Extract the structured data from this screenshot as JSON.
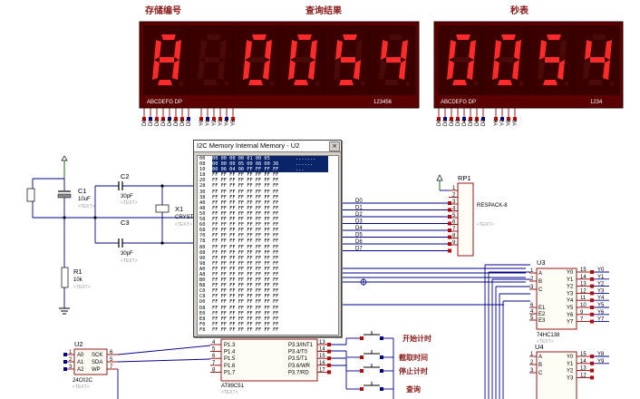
{
  "displays": {
    "storage_title": "存储编号",
    "query_title": "查询结果",
    "stopwatch_title": "秒表",
    "main_digits": [
      "8",
      "",
      "0",
      "0",
      "5",
      "4"
    ],
    "main_segment_label": "ABCDEFG DP",
    "main_digit_label": "123456",
    "second_digits": [
      "0",
      "0",
      "5",
      "4"
    ],
    "second_segment_label": "ABCDEFG DP",
    "second_digit_label": "1234",
    "segment_color": "#ff2a2a",
    "panel_color": "#3a0000"
  },
  "memory_window": {
    "title": "I2C Memory Internal Memory - U2",
    "close_label": "×",
    "rows": [
      {
        "addr": "00",
        "hex": "00 00 00 00 01 00 05",
        "ascii": "......."
      },
      {
        "addr": "08",
        "hex": "00 00 00 05 00 08 00 36",
        "ascii": "......"
      },
      {
        "addr": "10",
        "hex": "00 06 04 00 FF FF FF FF",
        "ascii": "..."
      },
      {
        "addr": "18",
        "hex": "FF FF FF FF FF FF FF FF",
        "ascii": ""
      },
      {
        "addr": "20",
        "hex": "FF FF FF FF FF FF FF FF",
        "ascii": ""
      },
      {
        "addr": "28",
        "hex": "FF FF FF FF FF FF FF FF",
        "ascii": ""
      },
      {
        "addr": "30",
        "hex": "FF FF FF FF FF FF FF FF",
        "ascii": ""
      },
      {
        "addr": "38",
        "hex": "FF FF FF FF FF FF FF FF",
        "ascii": ""
      },
      {
        "addr": "40",
        "hex": "FF FF FF FF FF FF FF FF",
        "ascii": ""
      },
      {
        "addr": "48",
        "hex": "FF FF FF FF FF FF FF FF",
        "ascii": ""
      },
      {
        "addr": "50",
        "hex": "FF FF FF FF FF FF FF FF",
        "ascii": ""
      },
      {
        "addr": "58",
        "hex": "FF FF FF FF FF FF FF FF",
        "ascii": ""
      },
      {
        "addr": "60",
        "hex": "FF FF FF FF FF FF FF FF",
        "ascii": ""
      },
      {
        "addr": "68",
        "hex": "FF FF FF FF FF FF FF FF",
        "ascii": ""
      },
      {
        "addr": "70",
        "hex": "FF FF FF FF FF FF FF FF",
        "ascii": ""
      },
      {
        "addr": "78",
        "hex": "FF FF FF FF FF FF FF FF",
        "ascii": ""
      },
      {
        "addr": "80",
        "hex": "FF FF FF FF FF FF FF FF",
        "ascii": ""
      },
      {
        "addr": "88",
        "hex": "FF FF FF FF FF FF FF FF",
        "ascii": ""
      },
      {
        "addr": "90",
        "hex": "FF FF FF FF FF FF FF FF",
        "ascii": ""
      },
      {
        "addr": "98",
        "hex": "FF FF FF FF FF FF FF FF",
        "ascii": ""
      },
      {
        "addr": "A0",
        "hex": "FF FF FF FF FF FF FF FF",
        "ascii": ""
      },
      {
        "addr": "A8",
        "hex": "FF FF FF FF FF FF FF FF",
        "ascii": ""
      },
      {
        "addr": "B0",
        "hex": "FF FF FF FF FF FF FF FF",
        "ascii": ""
      },
      {
        "addr": "B8",
        "hex": "FF FF FF FF FF FF FF FF",
        "ascii": ""
      },
      {
        "addr": "C0",
        "hex": "FF FF FF FF FF FF FF FF",
        "ascii": ""
      },
      {
        "addr": "C8",
        "hex": "FF FF FF FF FF FF FF FF",
        "ascii": ""
      },
      {
        "addr": "D0",
        "hex": "FF FF FF FF FF FF FF FF",
        "ascii": ""
      },
      {
        "addr": "D8",
        "hex": "FF FF FF FF FF FF FF FF",
        "ascii": ""
      },
      {
        "addr": "E0",
        "hex": "FF FF FF FF FF FF FF FF",
        "ascii": ""
      },
      {
        "addr": "E8",
        "hex": "FF FF FF FF FF FF FF FF",
        "ascii": ""
      },
      {
        "addr": "F0",
        "hex": "FF FF FF FF FF FF FF FF",
        "ascii": ""
      },
      {
        "addr": "F8",
        "hex": "FF FF FF FF FF FF FF FF",
        "ascii": ""
      }
    ]
  },
  "components": {
    "c1": {
      "ref": "C1",
      "value": "10uF",
      "text": "<TEXT>"
    },
    "c2": {
      "ref": "C2",
      "value": "30pF",
      "text": "<TEXT>"
    },
    "c3": {
      "ref": "C3",
      "value": "30pF",
      "text": "<TEXT>"
    },
    "x1": {
      "ref": "X1",
      "value": "CRYSTAL",
      "text": "<TEXT>"
    },
    "r1": {
      "ref": "R1",
      "value": "10k",
      "text": "<TEXT>"
    },
    "rp1": {
      "ref": "RP1",
      "value": "RESPACK-8",
      "text": "<TEXT>",
      "pins": [
        "1",
        "2",
        "3",
        "4",
        "5",
        "6",
        "7",
        "8",
        "9"
      ]
    },
    "data_nets": [
      "D0",
      "D1",
      "D2",
      "D3",
      "D4",
      "D5",
      "D6",
      "D7"
    ],
    "u2": {
      "ref": "U2",
      "part": "24C02C",
      "text": "<TEXT>",
      "left_pins": [
        "A0",
        "A1",
        "A2"
      ],
      "right_pins": [
        "SCK",
        "SDA",
        "WP"
      ],
      "left_nums": [
        "1",
        "2",
        "3"
      ],
      "right_nums": [
        "6",
        "5",
        "7"
      ]
    },
    "mcu": {
      "part": "AT89C51",
      "text": "<TEXT>",
      "left_pins": [
        "P1.3",
        "P1.4",
        "P1.5",
        "P1.6",
        "P1.7"
      ],
      "left_nums": [
        "4",
        "5",
        "6",
        "7",
        "8"
      ],
      "right_pins": [
        "P3.3/INT1",
        "P3.4/T0",
        "P3.5/T1",
        "P3.6/WR",
        "P3.7/RD"
      ],
      "right_nums": [
        "13",
        "14",
        "15",
        "16",
        "17"
      ]
    },
    "u3": {
      "ref": "U3",
      "part": "74HC138",
      "text": "<TEXT>",
      "in_pins": [
        "A",
        "B",
        "C",
        "E1",
        "E2",
        "E3"
      ],
      "in_nums": [
        "1",
        "2",
        "3",
        "6",
        "4",
        "5"
      ],
      "out_pins": [
        "Y0",
        "Y1",
        "Y2",
        "Y3",
        "Y4",
        "Y5",
        "Y6",
        "Y7"
      ],
      "out_nums": [
        "15",
        "14",
        "13",
        "12",
        "11",
        "10",
        "9",
        "7"
      ],
      "out_nets": [
        "Y0",
        "Y1",
        "Y2",
        "Y3",
        "Y4",
        "Y5",
        "Y6",
        "Y7"
      ]
    },
    "u4": {
      "ref": "U4",
      "out_pins": [
        "Y0",
        "Y1",
        "Y2",
        "Y3"
      ],
      "out_nums": [
        "15",
        "14",
        "13",
        "12"
      ],
      "out_nets": [
        "Y8",
        "Y9",
        "",
        ""
      ],
      "in_pins": [
        "A",
        "B",
        "C"
      ],
      "in_nums": [
        "1",
        "2",
        "3"
      ]
    }
  },
  "buttons": {
    "start": "开始计时",
    "capture": "截取时间",
    "stop": "停止计时",
    "query": "查询"
  },
  "main_pin_nets": [
    "D0",
    "D1",
    "D2",
    "D3",
    "D4",
    "D5",
    "D6",
    "D7",
    "",
    "Y0",
    "Y1",
    "Y2",
    "Y3",
    "Y4",
    "Y5"
  ],
  "second_pin_nets": [
    "D0",
    "D1",
    "D2",
    "D3",
    "D4",
    "D5",
    "D6",
    "D7",
    "",
    "Y6",
    "Y7",
    "Y8",
    "Y9"
  ]
}
